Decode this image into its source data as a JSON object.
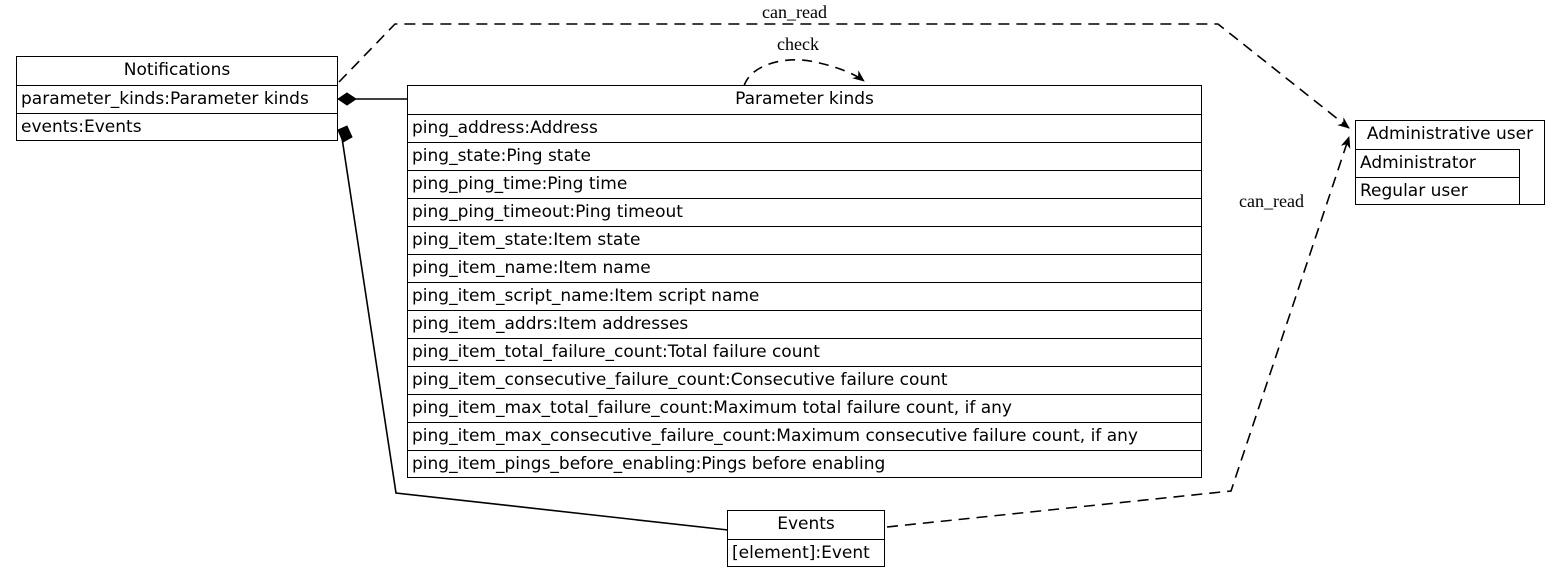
{
  "diagram": {
    "type": "uml-class-diagram",
    "background_color": "#ffffff",
    "line_color": "#000000",
    "text_color": "#000000"
  },
  "nodes": {
    "notifications": {
      "title": "Notifications",
      "fields": [
        "parameter_kinds:Parameter kinds",
        "events:Events"
      ]
    },
    "parameter_kinds": {
      "title": "Parameter kinds",
      "fields": [
        "ping_address:Address",
        "ping_state:Ping state",
        "ping_ping_time:Ping time",
        "ping_ping_timeout:Ping timeout",
        "ping_item_state:Item state",
        "ping_item_name:Item name",
        "ping_item_script_name:Item script name",
        "ping_item_addrs:Item addresses",
        "ping_item_total_failure_count:Total failure count",
        "ping_item_consecutive_failure_count:Consecutive failure count",
        "ping_item_max_total_failure_count:Maximum total failure count, if any",
        "ping_item_max_consecutive_failure_count:Maximum consecutive failure count, if any",
        "ping_item_pings_before_enabling:Pings before enabling"
      ]
    },
    "administrative_user": {
      "title": "Administrative user",
      "fields": [
        "Administrator",
        "Regular user"
      ]
    },
    "events": {
      "title": "Events",
      "fields": [
        "[element]:Event"
      ]
    }
  },
  "edges": {
    "can_read_top": {
      "label": "can_read",
      "style": "dashed",
      "from": "notifications",
      "to": "administrative_user"
    },
    "check_self": {
      "label": "check",
      "style": "dashed",
      "from": "parameter_kinds",
      "to": "parameter_kinds"
    },
    "can_read_bottom": {
      "label": "can_read",
      "style": "dashed",
      "from": "events",
      "to": "administrative_user"
    },
    "composition_parameter_kinds": {
      "label": "",
      "style": "solid-diamond",
      "from": "notifications",
      "to": "parameter_kinds"
    },
    "composition_events": {
      "label": "",
      "style": "solid-diamond",
      "from": "notifications",
      "to": "events"
    }
  }
}
